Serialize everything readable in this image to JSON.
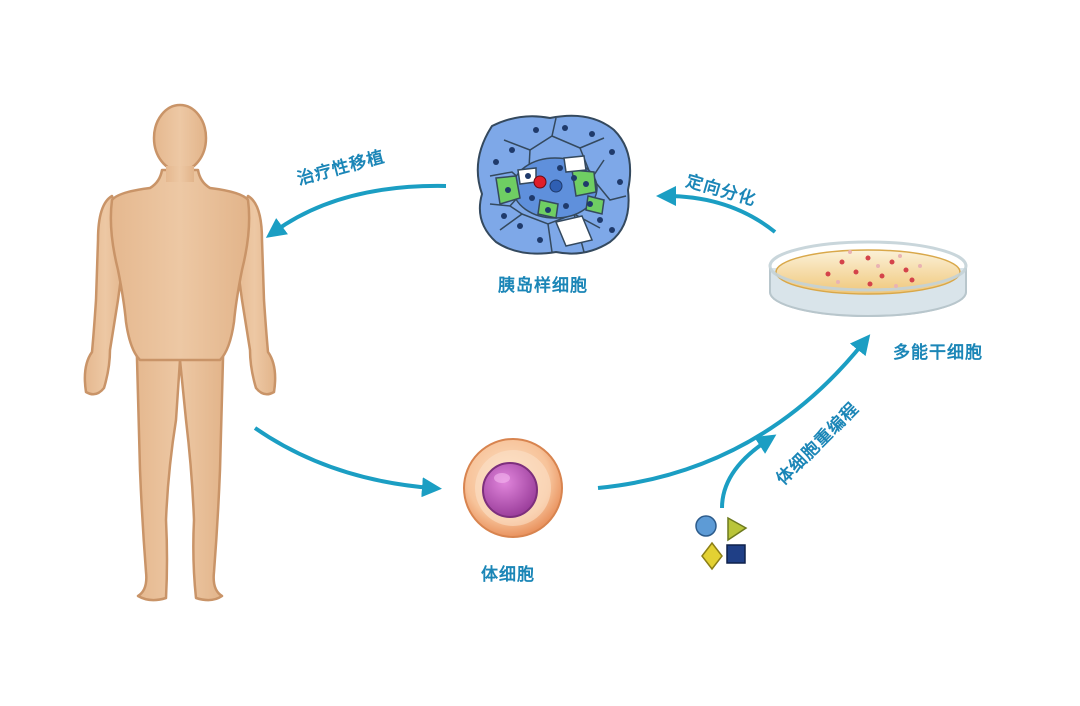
{
  "labels": {
    "islet_cells": "胰岛样细胞",
    "somatic_cell": "体细胞",
    "pluripotent_stem_cells": "多能干细胞",
    "therapeutic_transplant": "治疗性移植",
    "directed_differentiation": "定向分化",
    "somatic_reprogramming": "体细胞重编程"
  },
  "colors": {
    "arrow": "#1b9ec3",
    "label": "#1b86b7",
    "skin": "#e9c29d",
    "skin_outline": "#c99468",
    "islet_blue": "#7ea8e8",
    "islet_green": "#6fce63",
    "cell_membrane": "#f6c9a3",
    "nucleus": "#b354b0"
  },
  "icons": [
    "human-body-icon",
    "islet-cluster-icon",
    "somatic-cell-icon",
    "petri-dish-icon",
    "reprogramming-factors-icon"
  ]
}
